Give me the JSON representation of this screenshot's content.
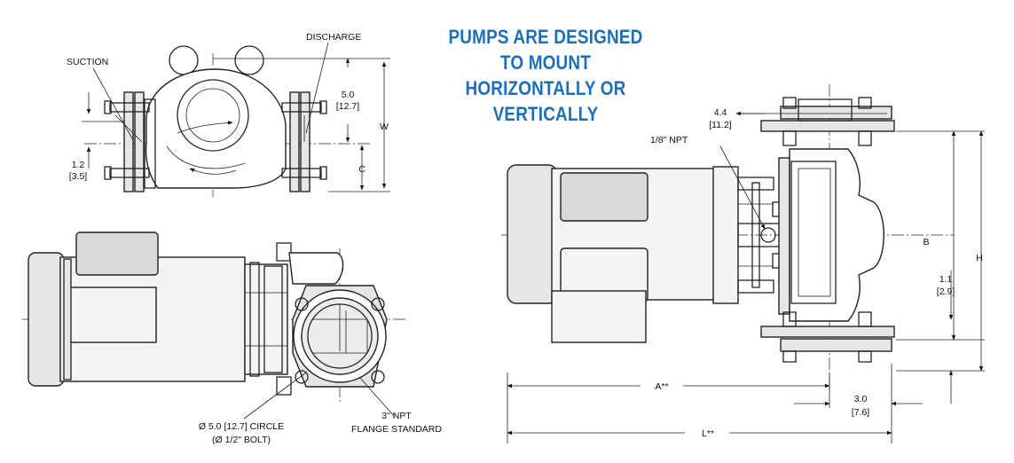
{
  "banner": {
    "lines": [
      "PUMPS ARE DESIGNED",
      "TO MOUNT",
      "HORIZONTALLY OR",
      "VERTICALLY"
    ],
    "color": "#1e6fb6"
  },
  "top_view": {
    "suction": "SUCTION",
    "discharge": "DISCHARGE",
    "dim_5_0": "5.0",
    "dim_5_0_mm": "[12.7]",
    "dim_w": "W",
    "dim_c": "C",
    "dim_1_2": "1.2",
    "dim_1_2_mm": "[3.5]"
  },
  "front_view": {
    "bolt_circle": "Ø 5.0 [12.7] CIRCLE",
    "bolt_size": "(Ø 1/2\" BOLT)",
    "npt_flange": "3\" NPT",
    "flange_standard": "FLANGE STANDARD"
  },
  "side_view": {
    "npt_port": "1/8\" NPT",
    "dim_4_4": "4.4",
    "dim_4_4_mm": "[11.2]",
    "dim_b": "B",
    "dim_h": "H",
    "dim_1_1": "1.1",
    "dim_1_1_mm": "[2.9]",
    "dim_a": "A**",
    "dim_3_0": "3.0",
    "dim_3_0_mm": "[7.6]",
    "dim_l": "L**"
  }
}
